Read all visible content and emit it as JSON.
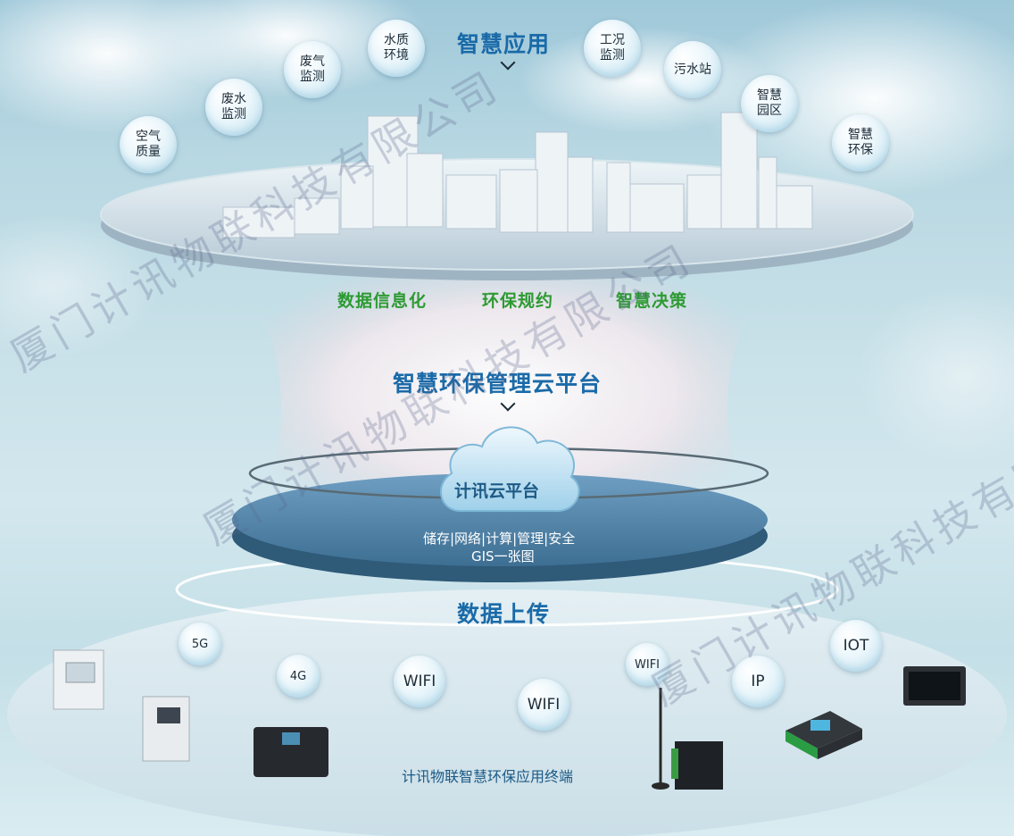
{
  "top": {
    "title": "智慧应用",
    "bubbles": [
      {
        "label": "空气\n质量"
      },
      {
        "label": "废水\n监测"
      },
      {
        "label": "废气\n监测"
      },
      {
        "label": "水质\n环境"
      },
      {
        "label": "工况\n监测"
      },
      {
        "label": "污水站"
      },
      {
        "label": "智慧\n园区"
      },
      {
        "label": "智慧\n环保"
      }
    ]
  },
  "middle": {
    "features": [
      "数据信息化",
      "环保规约",
      "智慧决策"
    ],
    "platform_title": "智慧环保管理云平台",
    "cloud_label": "计讯云平台",
    "disc_line1": "储存|网络|计算|管理|安全",
    "disc_line2": "GIS一张图"
  },
  "bottom": {
    "upload_title": "数据上传",
    "bubbles": [
      {
        "label": "5G"
      },
      {
        "label": "4G"
      },
      {
        "label": "WIFI"
      },
      {
        "label": "WIFI"
      },
      {
        "label": "WIFI"
      },
      {
        "label": "IP"
      },
      {
        "label": "IOT"
      }
    ],
    "terminal_caption": "计讯物联智慧环保应用终端"
  },
  "watermark": "厦门计讯物联科技有限公司",
  "colors": {
    "title_blue": "#1a6aa8",
    "feature_green": "#2d9a32",
    "disc_blue": "#4f86ad"
  }
}
